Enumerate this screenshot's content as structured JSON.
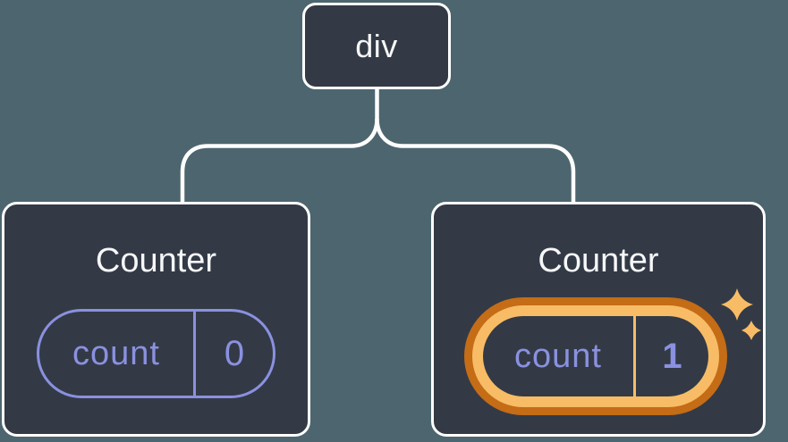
{
  "diagram": {
    "description": "React component tree with state",
    "background_color": "#4d656e",
    "node_fill_color": "#333a46",
    "node_border_color": "#ffffff",
    "state_color": "#8a91e0",
    "highlight_dark_orange": "#c56c16",
    "highlight_light_orange": "#f8bc66",
    "title_color": "#f6f7f9"
  },
  "root_node": {
    "label": "div"
  },
  "children": [
    {
      "title": "Counter",
      "state": {
        "key": "count",
        "value": "0"
      },
      "highlighted": false
    },
    {
      "title": "Counter",
      "state": {
        "key": "count",
        "value": "1"
      },
      "highlighted": true
    }
  ]
}
